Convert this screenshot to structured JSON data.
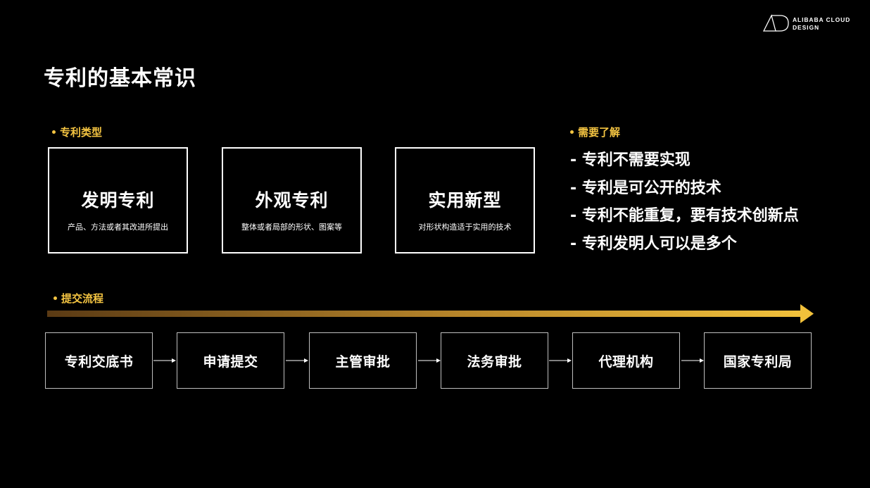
{
  "brand": {
    "line1": "ALIBABA CLOUD",
    "line2": "DESIGN"
  },
  "title": "专利的基本常识",
  "types_section": {
    "label": "专利类型",
    "cards": [
      {
        "title": "发明专利",
        "desc": "产品、方法或者其改进所提出"
      },
      {
        "title": "外观专利",
        "desc": "整体或者局部的形状、图案等"
      },
      {
        "title": "实用新型",
        "desc": "对形状构造适于实用的技术"
      }
    ]
  },
  "notes_section": {
    "label": "需要了解",
    "items": [
      "-  专利不需要实现",
      "-  专利是可公开的技术",
      "- 专利不能重复，要有技术创新点",
      "-  专利发明人可以是多个"
    ]
  },
  "process_section": {
    "label": "提交流程",
    "steps": [
      "专利交底书",
      "申请提交",
      "主管审批",
      "法务审批",
      "代理机构",
      "国家专利局"
    ]
  },
  "colors": {
    "accent": "#f5c542",
    "gradient_start": "#5a3a14",
    "gradient_end": "#f2c13b"
  }
}
